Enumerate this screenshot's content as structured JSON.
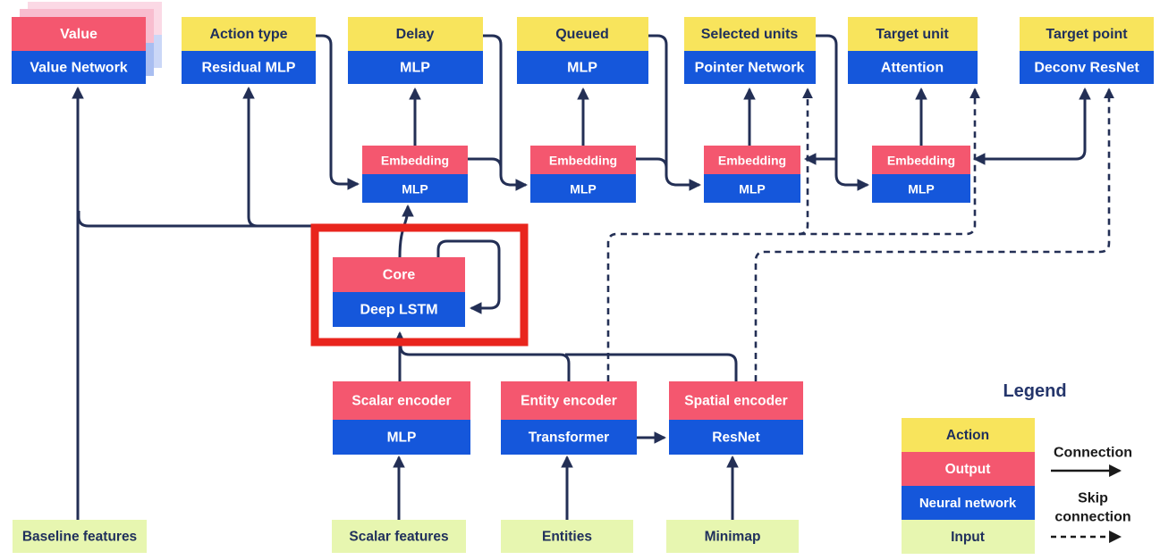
{
  "colors": {
    "action_yellow": "#F8E45C",
    "output_pink": "#F4576F",
    "network_blue": "#1557DB",
    "input_green": "#E7F6B0",
    "line_navy": "#232F55",
    "highlight_red": "#E9251D",
    "ghost_pink_near": "#F8BDCF",
    "ghost_blue_near": "#A9BEF1",
    "ghost_pink_far": "#FBD9E5",
    "ghost_blue_far": "#CBD7F7"
  },
  "blocks": {
    "value": {
      "top": "Value",
      "bottom": "Value Network"
    },
    "action_type": {
      "top": "Action type",
      "bottom": "Residual MLP"
    },
    "delay": {
      "top": "Delay",
      "bottom": "MLP"
    },
    "queued": {
      "top": "Queued",
      "bottom": "MLP"
    },
    "selected_units": {
      "top": "Selected units",
      "bottom": "Pointer Network"
    },
    "target_unit": {
      "top": "Target unit",
      "bottom": "Attention"
    },
    "target_point": {
      "top": "Target point",
      "bottom": "Deconv ResNet"
    },
    "embedding1": {
      "top": "Embedding",
      "bottom": "MLP"
    },
    "embedding2": {
      "top": "Embedding",
      "bottom": "MLP"
    },
    "embedding3": {
      "top": "Embedding",
      "bottom": "MLP"
    },
    "embedding4": {
      "top": "Embedding",
      "bottom": "MLP"
    },
    "core": {
      "top": "Core",
      "bottom": "Deep LSTM"
    },
    "scalar_encoder": {
      "top": "Scalar encoder",
      "bottom": "MLP"
    },
    "entity_encoder": {
      "top": "Entity encoder",
      "bottom": "Transformer"
    },
    "spatial_encoder": {
      "top": "Spatial encoder",
      "bottom": "ResNet"
    }
  },
  "inputs": {
    "baseline": "Baseline features",
    "scalar": "Scalar features",
    "entities": "Entities",
    "minimap": "Minimap"
  },
  "legend": {
    "title": "Legend",
    "rows": [
      {
        "label": "Action",
        "color": "#F8E45C"
      },
      {
        "label": "Output",
        "color": "#F4576F"
      },
      {
        "label": "Neural network",
        "color": "#1557DB"
      },
      {
        "label": "Input",
        "color": "#E7F6B0"
      }
    ],
    "connection_label": "Connection",
    "skip_label_line1": "Skip",
    "skip_label_line2": "connection"
  }
}
